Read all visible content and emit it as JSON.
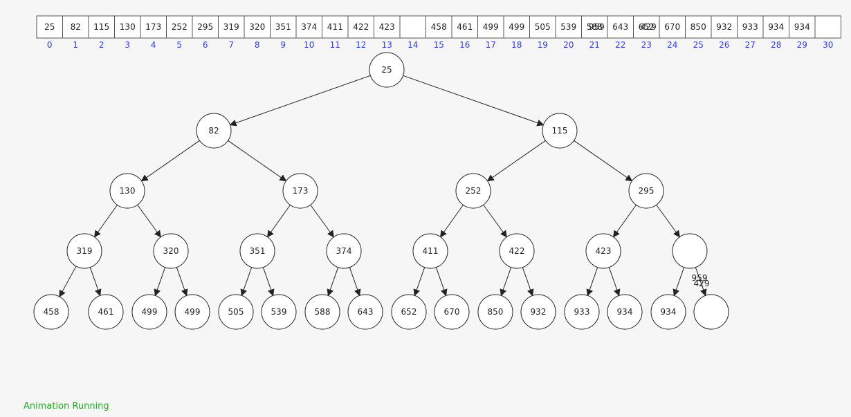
{
  "array": {
    "values": [
      "25",
      "82",
      "115",
      "130",
      "173",
      "252",
      "295",
      "319",
      "320",
      "351",
      "374",
      "411",
      "422",
      "423",
      "",
      "458",
      "461",
      "499",
      "499",
      "505",
      "539",
      "588",
      "643",
      "652",
      "670",
      "850",
      "932",
      "933",
      "934",
      "934",
      ""
    ],
    "indices": [
      "0",
      "1",
      "2",
      "3",
      "4",
      "5",
      "6",
      "7",
      "8",
      "9",
      "10",
      "11",
      "12",
      "13",
      "14",
      "15",
      "16",
      "17",
      "18",
      "19",
      "20",
      "21",
      "22",
      "23",
      "24",
      "25",
      "26",
      "27",
      "28",
      "29",
      "30"
    ],
    "overlay_labels": [
      {
        "text": "959",
        "cell": 21
      },
      {
        "text": "429",
        "cell": 23
      }
    ]
  },
  "tree": {
    "nodes": [
      "25",
      "82",
      "115",
      "130",
      "173",
      "252",
      "295",
      "319",
      "320",
      "351",
      "374",
      "411",
      "422",
      "423",
      "",
      "458",
      "461",
      "499",
      "499",
      "505",
      "539",
      "588",
      "643",
      "652",
      "670",
      "850",
      "932",
      "933",
      "934",
      "934",
      ""
    ],
    "floating_labels": [
      "959",
      "429"
    ]
  },
  "status": {
    "text": "Animation Running",
    "color": "#22aa22"
  },
  "colors": {
    "index_text": "#2a3cf0",
    "background": "#f6f6f6"
  }
}
